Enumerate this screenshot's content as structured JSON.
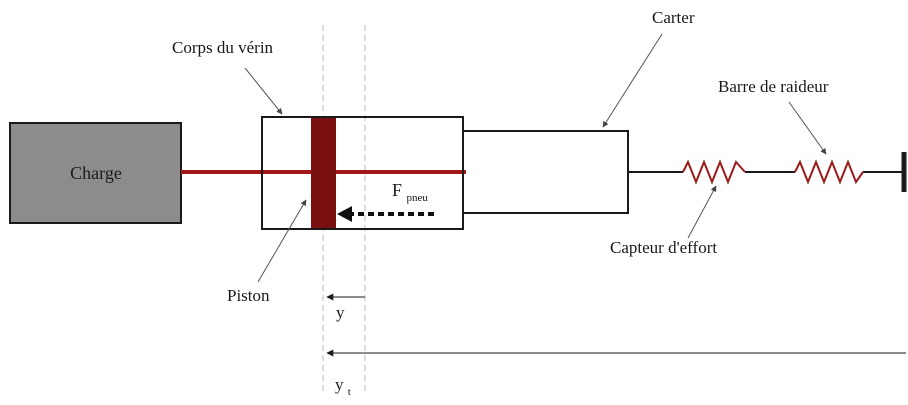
{
  "labels": {
    "charge": "Charge",
    "corps": "Corps du vérin",
    "carter": "Carter",
    "barre": "Barre de raideur",
    "capteur": "Capteur d'effort",
    "piston": "Piston",
    "force_main": "F",
    "force_sub": "pneu",
    "y": "y",
    "yt_main": "y",
    "yt_sub": "t"
  },
  "colors": {
    "charge_fill": "#8c8c8c",
    "rod": "#a01818",
    "piston": "#7a0f0f",
    "spring": "#9a1c1c",
    "line": "#1a1a1a",
    "dashed_ref": "#bbbbbb",
    "leader": "#555555"
  }
}
